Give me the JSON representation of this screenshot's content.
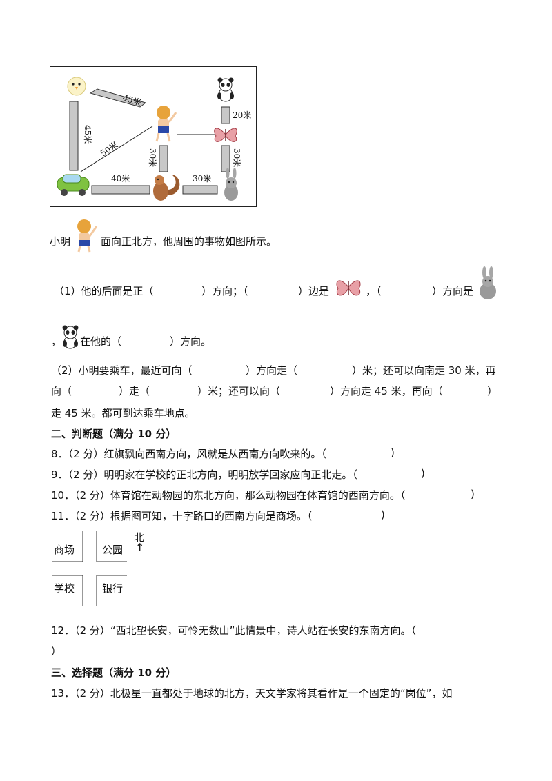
{
  "figure_map": {
    "labels": {
      "chick_top": "45米",
      "left": "45米",
      "diag": "50米",
      "bottom_left": "40米",
      "mid_vertical": "30米",
      "bottom_right": "30米",
      "right_top": "20米",
      "right_mid": "30米"
    }
  },
  "intro": {
    "prefix": "小明",
    "suffix": "面向正北方，他周围的事物如图所示。"
  },
  "q1": {
    "line1_a": "（1）他的后面是正（",
    "line1_b": "）方向；（",
    "line1_c": "）边是",
    "line1_d": "，（",
    "line1_e": "）方向是",
    "line2_a": "，",
    "line2_b": "在他的（",
    "line2_c": "）方向。"
  },
  "q2": {
    "line1_a": "（2）小明要乘车，最近可向（",
    "line1_b": "）方向走（",
    "line1_c": "）米；还可以向南走 30 米，再",
    "line2_a": "向（",
    "line2_b": "）走（",
    "line2_c": "）米；还可以向（",
    "line2_d": "）方向走 45 米，再向（",
    "line2_e": "）",
    "line3": "走 45 米。都可到达乘车地点。"
  },
  "section2": {
    "title": "二、判断题（满分 10 分）",
    "items": [
      "8．（2 分）红旗飘向西南方向，风就是从西南方向吹来的。（",
      "9．（2 分）明明家在学校的正北方向，明明放学回家应向正北走。（",
      "10．（2 分）体育馆在动物园的东北方向，那么动物园在体育馆的西南方向。（",
      "11．（2 分）根据图可知，十字路口的西南方向是商场。（"
    ],
    "close": ")",
    "close_full": "）"
  },
  "figure_cross": {
    "north": "北",
    "arrow": "↑",
    "nw": "商场",
    "ne": "公园",
    "sw": "学校",
    "se": "银行"
  },
  "q12": {
    "line1": "12．（2 分）“西北望长安，可怜无数山”此情景中，诗人站在长安的东南方向。（",
    "line2": "）"
  },
  "section3": {
    "title": "三、选择题（满分 10 分）",
    "q13": "13．（2 分）北极星一直都处于地球的北方，天文学家将其看作是一个固定的“岗位”，如"
  }
}
